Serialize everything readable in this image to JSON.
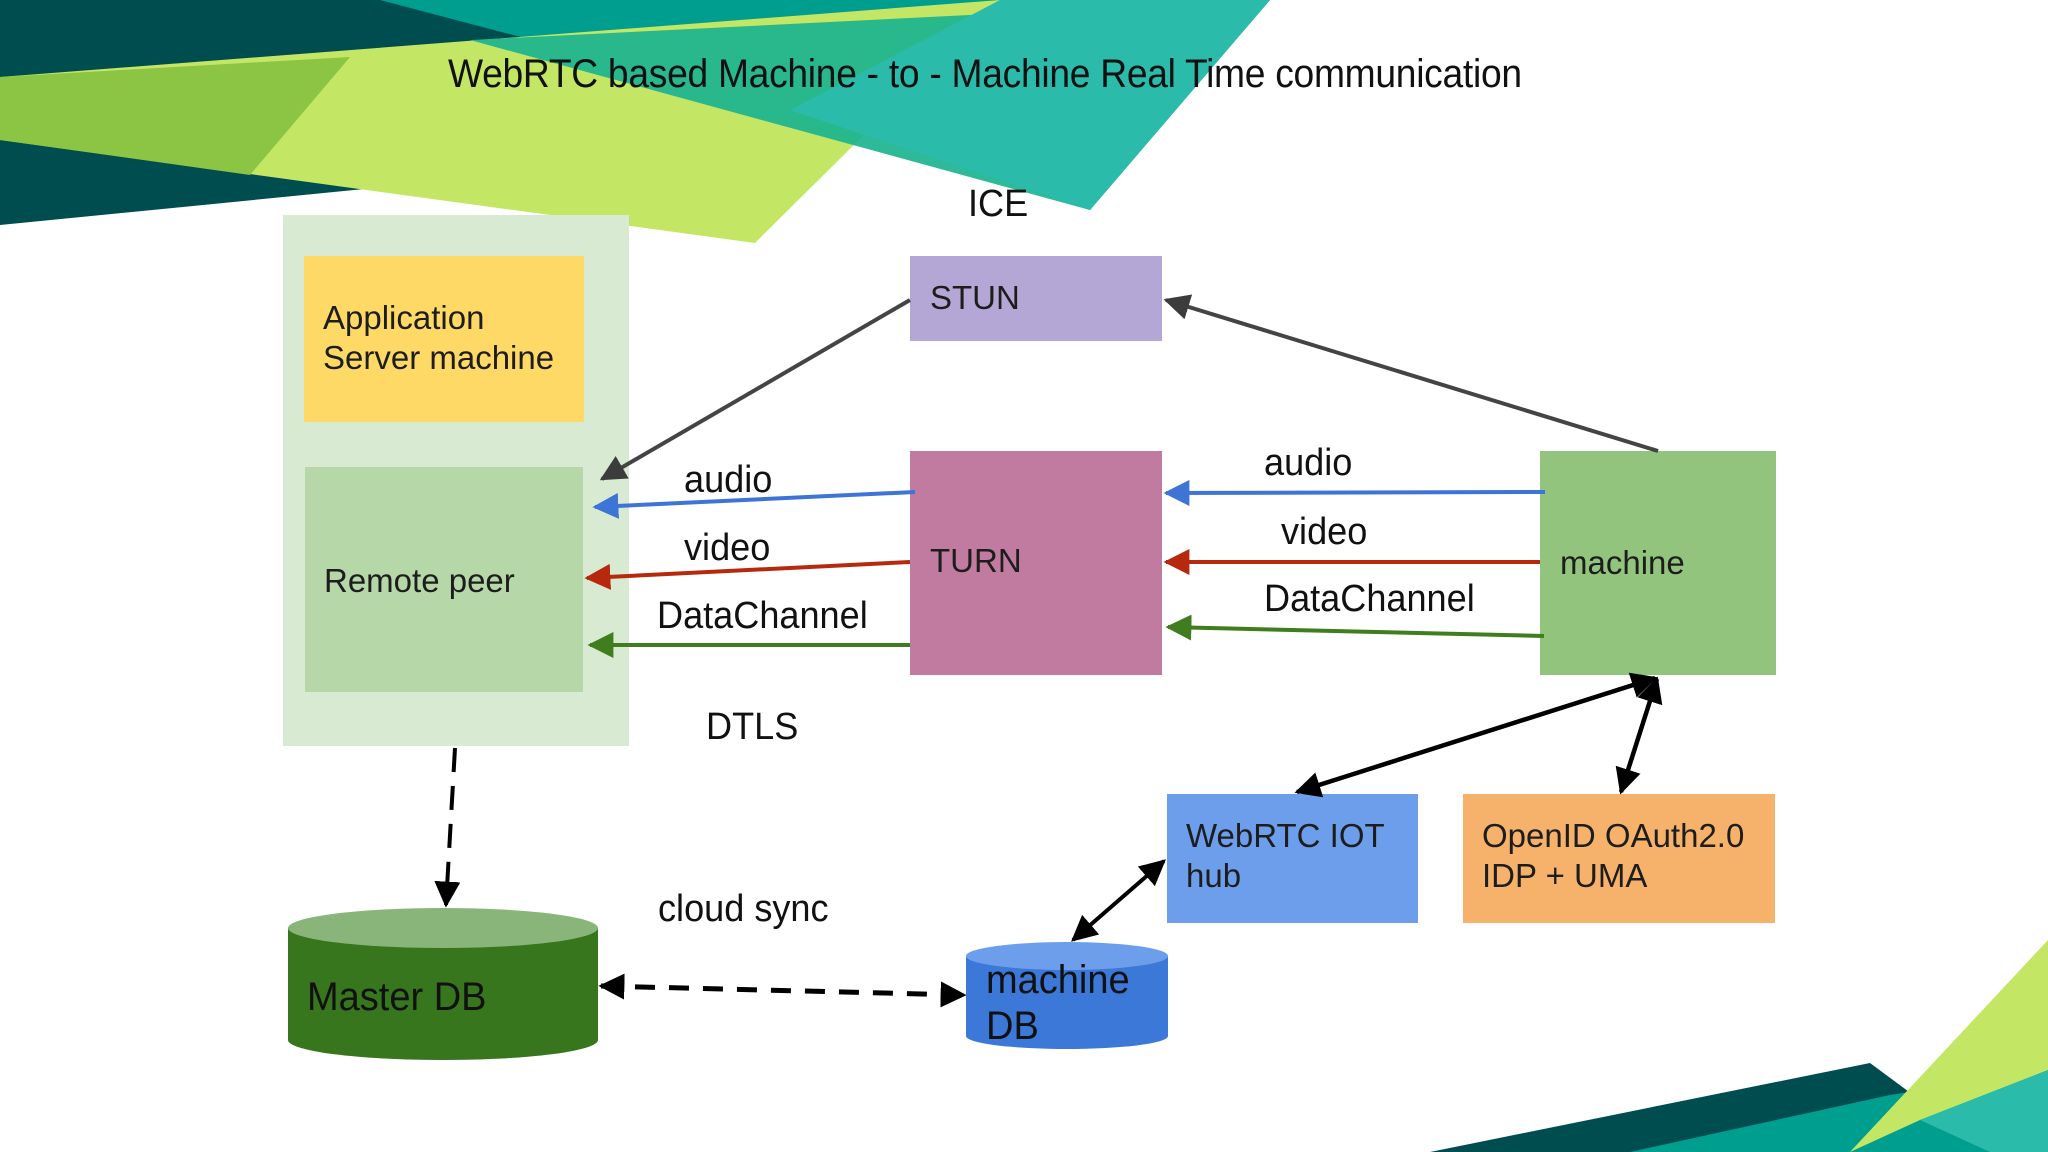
{
  "title": "WebRTC based Machine - to - Machine Real Time communication",
  "labels": {
    "ice": "ICE",
    "dtls": "DTLS",
    "cloud_sync": "cloud sync",
    "left_audio": "audio",
    "left_video": "video",
    "left_datachannel": "DataChannel",
    "right_audio": "audio",
    "right_video": "video",
    "right_datachannel": "DataChannel"
  },
  "nodes": {
    "app_server": "Application\nServer machine",
    "app_server_line1": "Application",
    "app_server_line2": "Server machine",
    "remote_peer": "Remote peer",
    "stun": "STUN",
    "turn": "TURN",
    "machine": "machine",
    "iot_hub_line1": "WebRTC IOT",
    "iot_hub_line2": "hub",
    "openid_line1": "OpenID OAuth2.0",
    "openid_line2": "IDP + UMA",
    "master_db": "Master DB",
    "machine_db_line1": "machine",
    "machine_db_line2": "DB"
  },
  "colors": {
    "group_bg": "#d9ead3",
    "app_server": "#ffd966",
    "remote_peer": "#b6d7a8",
    "stun": "#b4a7d6",
    "turn": "#c27ba0",
    "machine": "#93c47d",
    "iot_hub": "#6d9eeb",
    "openid": "#f6b26b",
    "master_db": "#38761d",
    "machine_db": "#3c78d8",
    "audio": "#3d74d6",
    "video": "#b7290f",
    "datachannel": "#3f7d1e"
  }
}
